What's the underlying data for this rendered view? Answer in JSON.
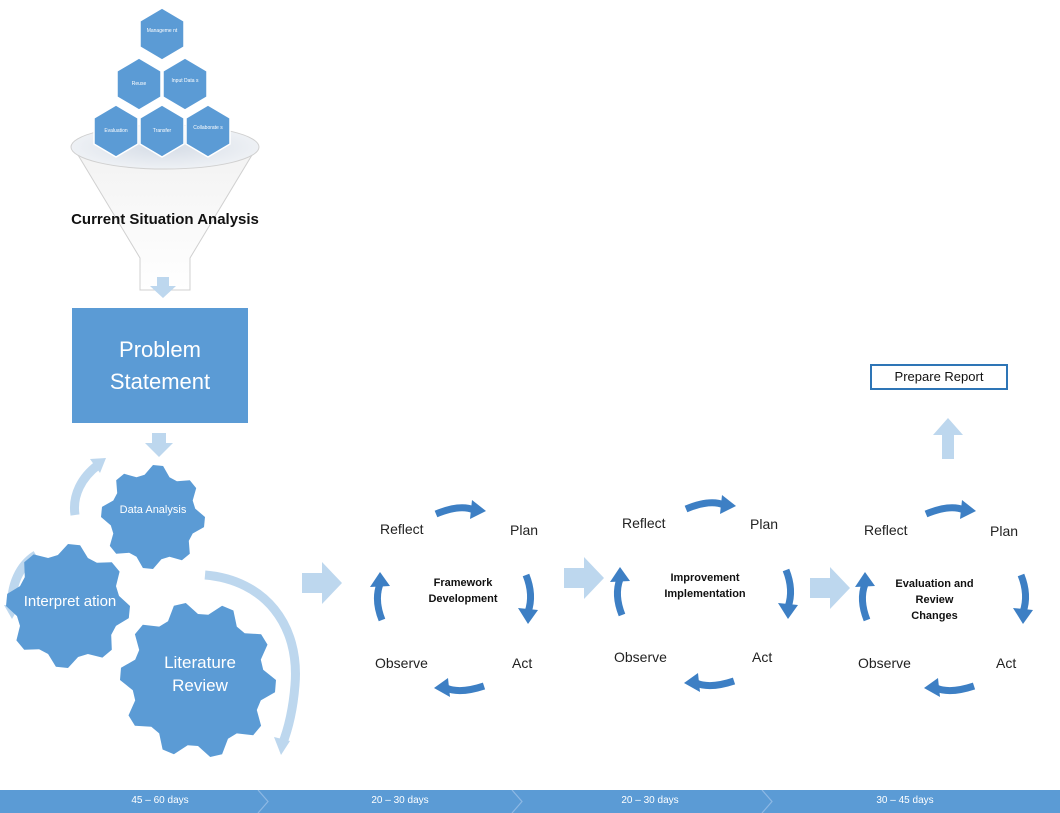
{
  "hexagons": [
    "Manageme nt",
    "Reuse",
    "Input Data s",
    "Evaluation",
    "Transfer",
    "Collaborate s"
  ],
  "funnel_label": "Current Situation Analysis",
  "problem_box": "Problem Statement",
  "gears": {
    "data_analysis": "Data Analysis",
    "interpretation": "Interpret ation",
    "literature_review": "Literature Review"
  },
  "cycles": [
    {
      "center": "Framework Development",
      "reflect": "Reflect",
      "plan": "Plan",
      "act": "Act",
      "observe": "Observe"
    },
    {
      "center": "Improvement Implementation",
      "reflect": "Reflect",
      "plan": "Plan",
      "act": "Act",
      "observe": "Observe"
    },
    {
      "center": "Evaluation and Review Changes",
      "reflect": "Reflect",
      "plan": "Plan",
      "act": "Act",
      "observe": "Observe"
    }
  ],
  "report_box": "Prepare Report",
  "timeline": [
    "45 – 60 days",
    "20 – 30 days",
    "20 – 30 days",
    "30 – 45 days"
  ],
  "colors": {
    "primary": "#5b9bd5",
    "dark": "#2e75b6",
    "light": "#bdd7ee",
    "funnel": "#dce6f2"
  }
}
